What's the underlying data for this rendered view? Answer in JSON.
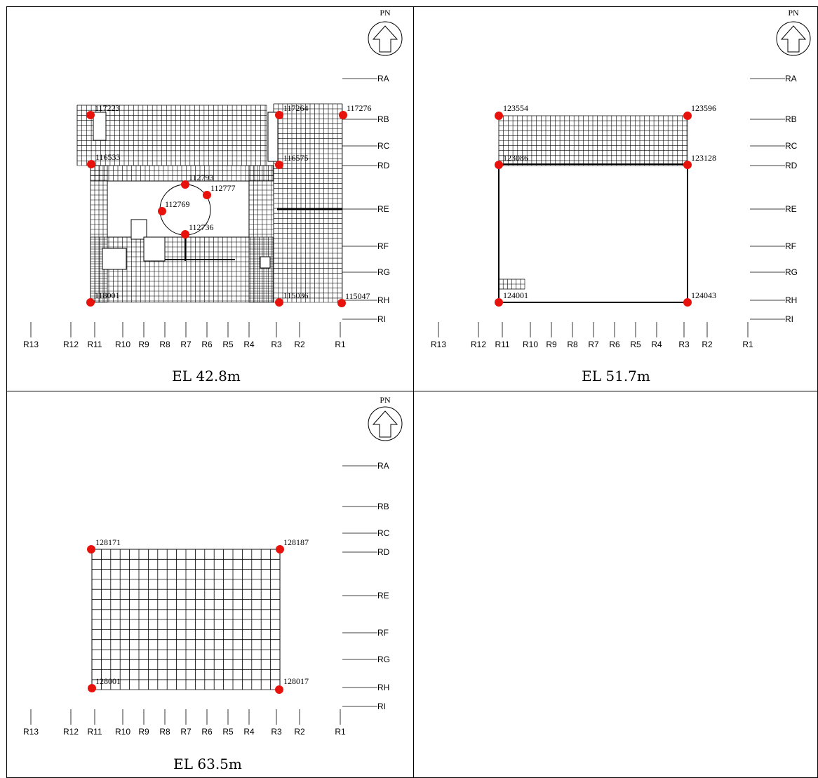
{
  "panels": [
    {
      "id": "el428",
      "elevation_label": "EL  42.8m",
      "north_label": "PN",
      "nodes": [
        {
          "id": "117223"
        },
        {
          "id": "117264"
        },
        {
          "id": "117276"
        },
        {
          "id": "116533"
        },
        {
          "id": "116575"
        },
        {
          "id": "112793"
        },
        {
          "id": "112777"
        },
        {
          "id": "112769"
        },
        {
          "id": "112736"
        },
        {
          "id": "118001"
        },
        {
          "id": "115036"
        },
        {
          "id": "115047"
        }
      ]
    },
    {
      "id": "el517",
      "elevation_label": "EL  51.7m",
      "north_label": "PN",
      "nodes": [
        {
          "id": "123554"
        },
        {
          "id": "123596"
        },
        {
          "id": "123086"
        },
        {
          "id": "123128"
        },
        {
          "id": "124001"
        },
        {
          "id": "124043"
        }
      ]
    },
    {
      "id": "el635",
      "elevation_label": "EL  63.5m",
      "north_label": "PN",
      "nodes": [
        {
          "id": "128171"
        },
        {
          "id": "128187"
        },
        {
          "id": "128001"
        },
        {
          "id": "128017"
        }
      ]
    }
  ],
  "row_axes": [
    "RA",
    "RB",
    "RC",
    "RD",
    "RE",
    "RF",
    "RG",
    "RH",
    "RI"
  ],
  "column_axes": [
    "R13",
    "R12",
    "R11",
    "R10",
    "R9",
    "R8",
    "R7",
    "R6",
    "R5",
    "R4",
    "R3",
    "R2",
    "R1"
  ],
  "colors": {
    "node": "#e8120c",
    "line": "#000000",
    "background": "#ffffff"
  }
}
